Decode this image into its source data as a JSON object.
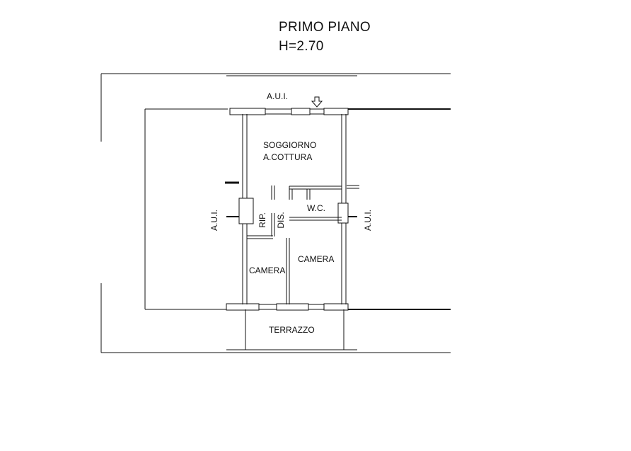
{
  "title": {
    "floor": "PRIMO PIANO",
    "height": "H=2.70"
  },
  "labels": {
    "aui_top": "A.U.I.",
    "aui_left": "A.U.I.",
    "aui_right": "A.U.I.",
    "living": "SOGGIORNO",
    "kitchen": "A.COTTURA",
    "storage": "RIP.",
    "hallway": "DIS.",
    "bathroom": "W.C.",
    "bedroom_left": "CAMERA",
    "bedroom_right": "CAMERA",
    "terrace": "TERRAZZO"
  },
  "icons": {
    "entrance": "entrance-arrow-icon"
  },
  "colors": {
    "line": "#111111",
    "background": "#ffffff"
  }
}
